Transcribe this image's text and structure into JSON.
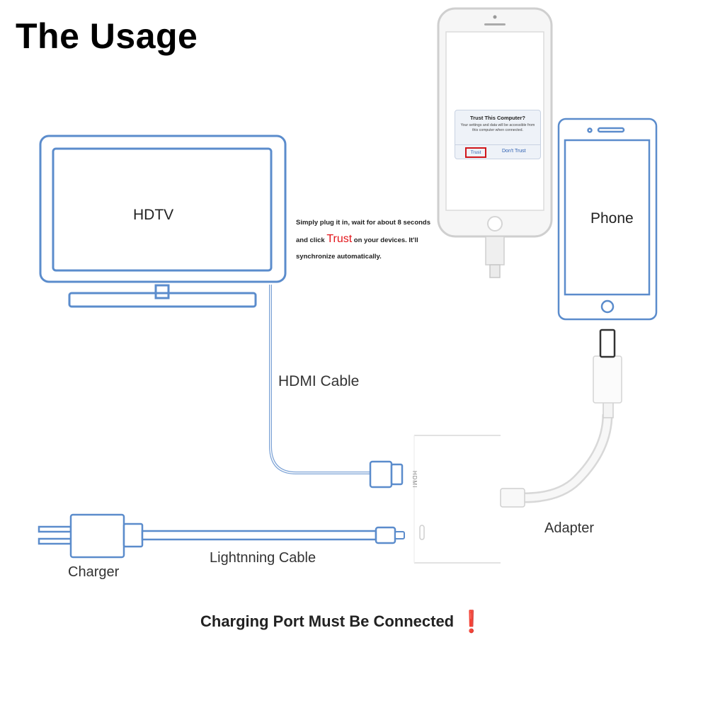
{
  "title": "The Usage",
  "labels": {
    "hdtv": "HDTV",
    "phone": "Phone",
    "hdmi_cable": "HDMI Cable",
    "adapter": "Adapter",
    "charger": "Charger",
    "lightning_cable": "Lightnning Cable",
    "hdmi_port": "HDMI"
  },
  "instructions": {
    "line1": "Simply plug it in, wait for about 8 seconds",
    "line2_prefix": "and click ",
    "trust_word": "Trust",
    "line2_suffix": " on your devices. It'll",
    "line3": "synchronize automatically."
  },
  "trust_dialog": {
    "title": "Trust This Computer?",
    "body": "Your settings and data will be accessible from this computer when connected.",
    "trust_button": "Trust",
    "dont_trust_button": "Don't Trust"
  },
  "warning": {
    "text": "Charging Port Must Be Connected",
    "mark": "❗"
  },
  "colors": {
    "outline_blue": "#5b8ccc",
    "cable_blue": "#7da3d6",
    "warning_red": "#e3151a",
    "device_gray": "#c4c4c4"
  }
}
